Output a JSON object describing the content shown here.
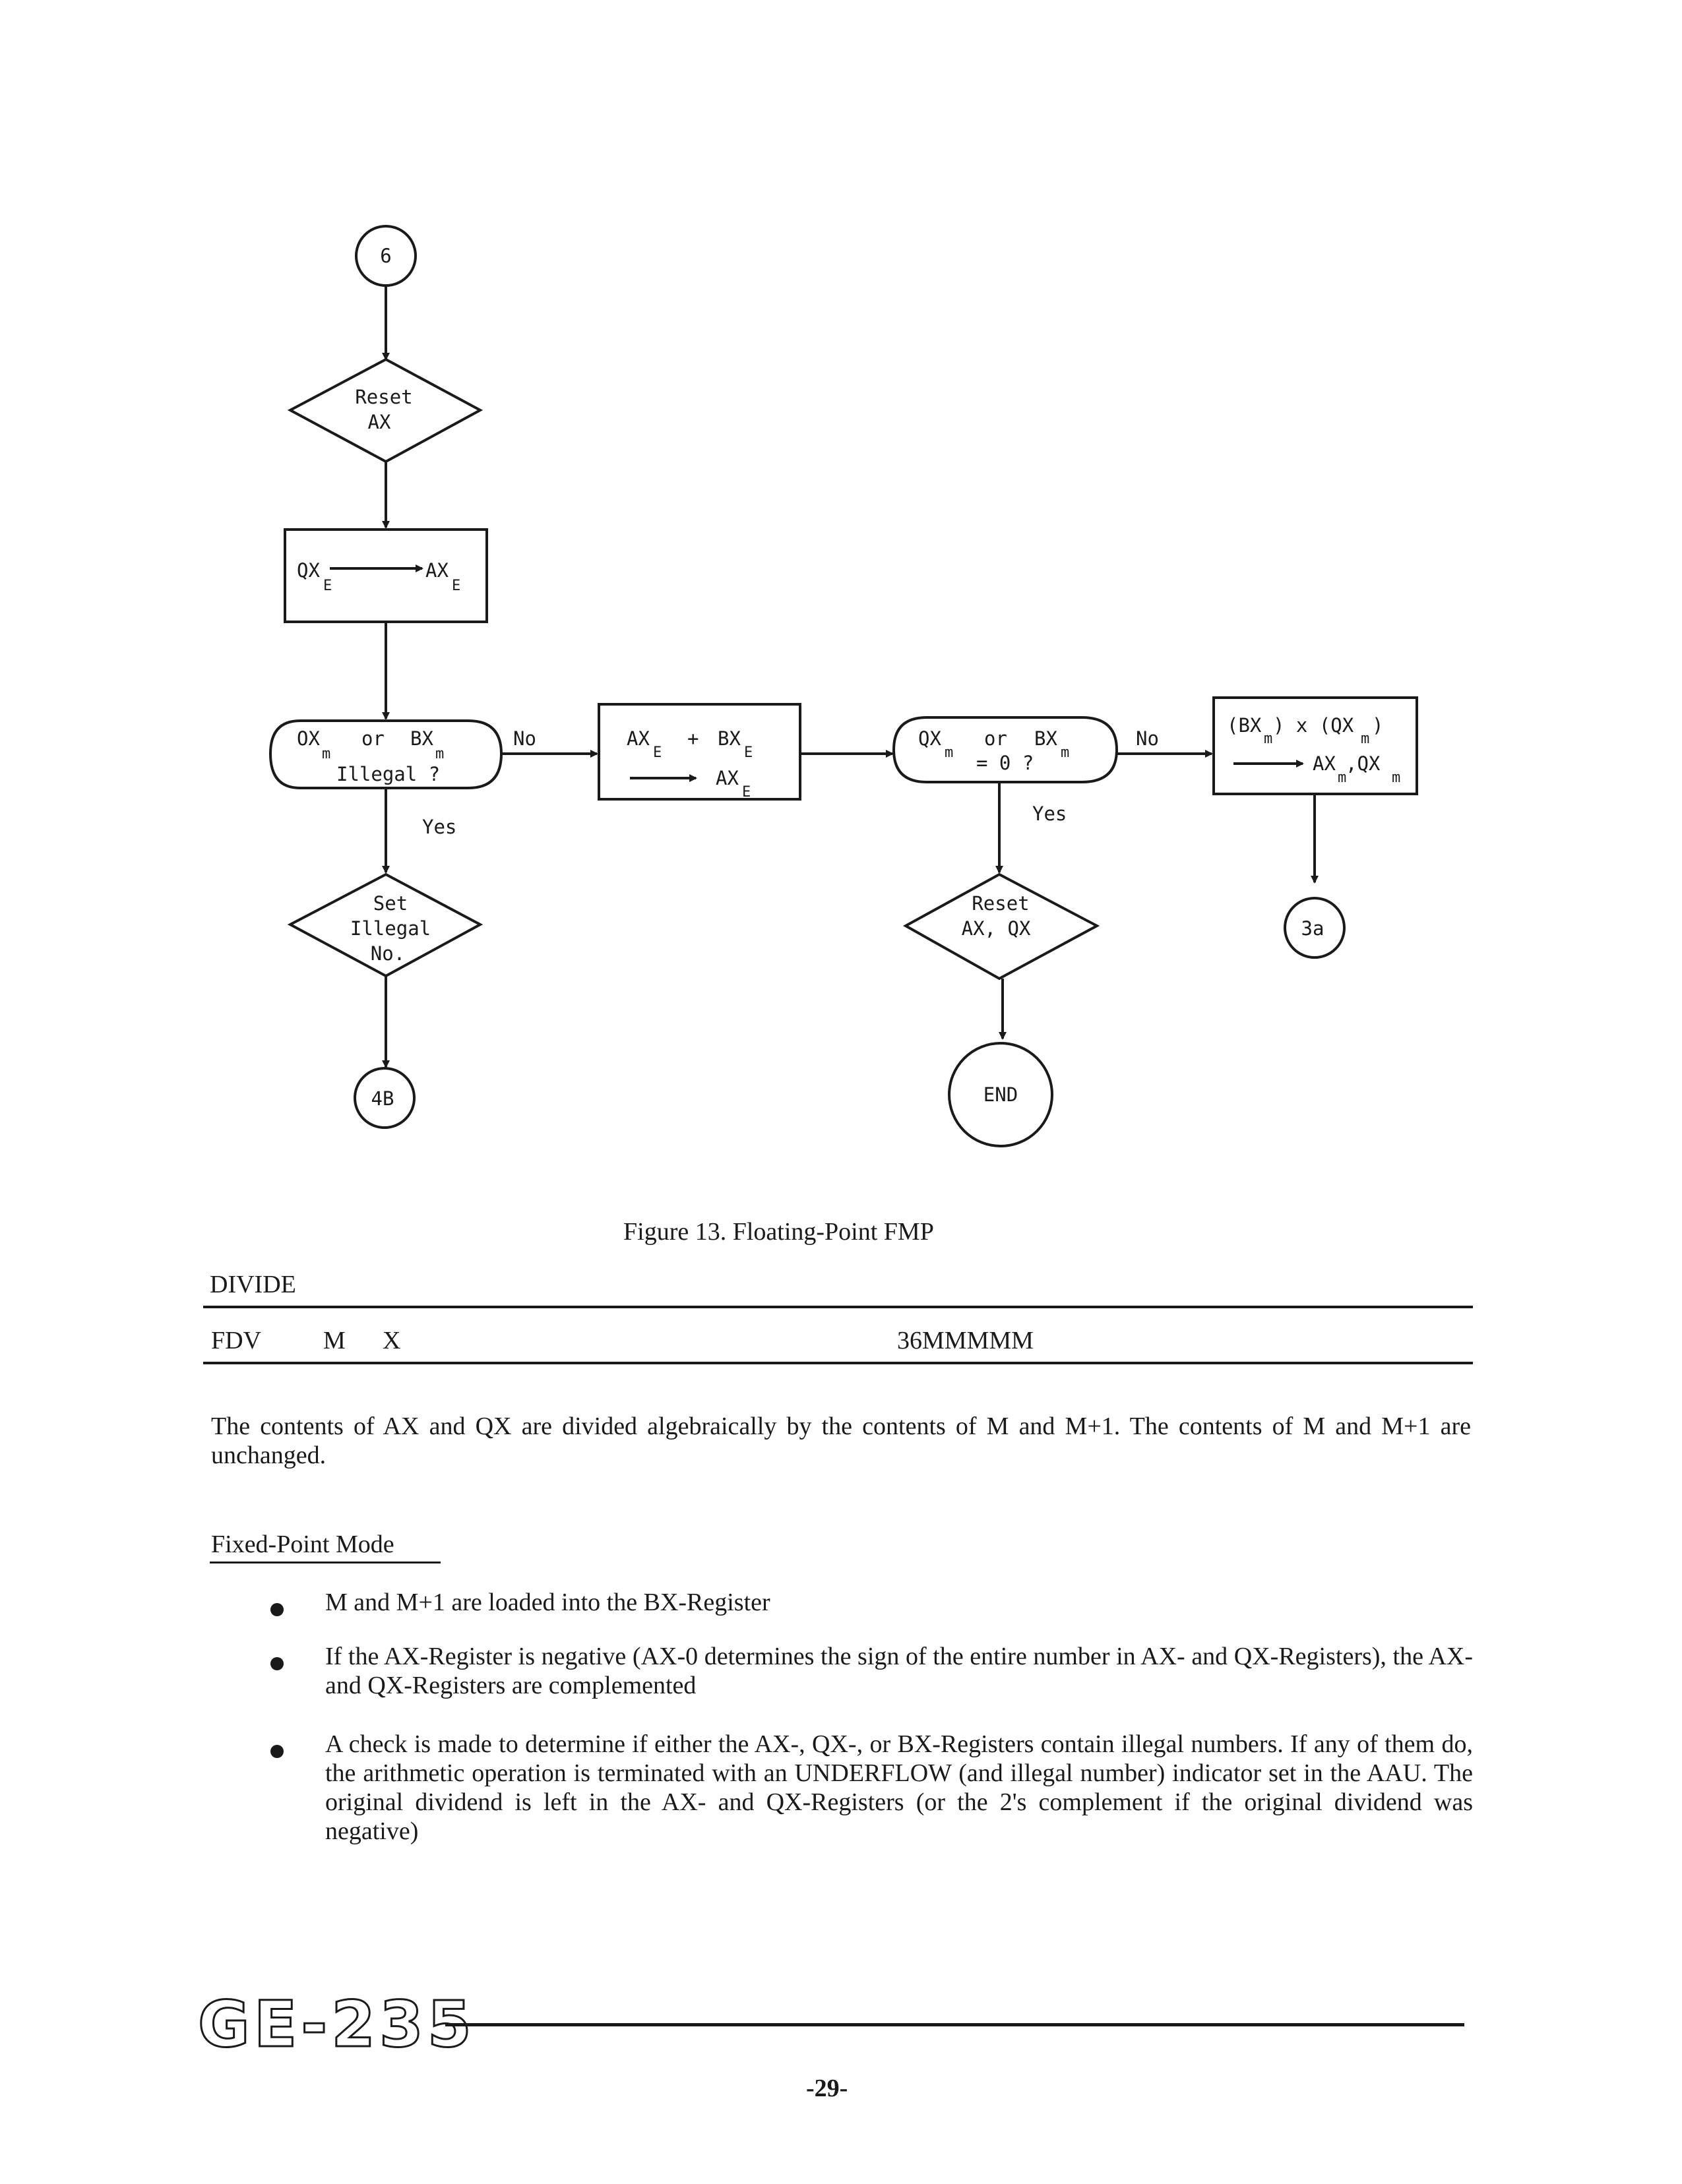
{
  "flowchart": {
    "connector_start": "6",
    "reset_ax": [
      "Reset",
      "AX"
    ],
    "exp_transfer": {
      "from": "QX",
      "to": "AX",
      "sub": "E"
    },
    "illegal_check": {
      "line1_a": "OX",
      "sub_m": "m",
      "or": "or",
      "line1_b": "BX",
      "line2": "Illegal ?"
    },
    "no_label_1": "No",
    "yes_label_1": "Yes",
    "set_illegal": [
      "Set",
      "Illegal",
      "No."
    ],
    "connector_4b": "4B",
    "add_exp": {
      "a": "AX",
      "plus": "+",
      "b": "BX",
      "result": "AX",
      "sub": "E"
    },
    "zero_check": {
      "a": "QX",
      "or": "or",
      "b": "BX",
      "line2": "= 0 ?",
      "sub": "m"
    },
    "no_label_2": "No",
    "yes_label_2": "Yes",
    "reset_ax_qx": [
      "Reset",
      "AX, QX"
    ],
    "end_label": "END",
    "multiply": {
      "line1": "(BX",
      "x": ") x (QX",
      "close": ")",
      "result": "AX",
      "comma": ",QX",
      "sub": "m"
    },
    "connector_3a": "3a"
  },
  "figure_caption": "Figure 13.  Floating-Point FMP",
  "section_title": "DIVIDE",
  "instruction": {
    "mnemonic": "FDV",
    "operand_m": "M",
    "operand_x": "X",
    "code": "36MMMMM"
  },
  "intro_paragraph": "The contents of AX and QX are divided algebraically by the contents of M and M+1.  The contents of M and M+1 are unchanged.",
  "subsection_title": "Fixed-Point Mode",
  "bullets": [
    "M and M+1 are loaded into the BX-Register",
    "If the AX-Register is negative (AX-0 determines the sign of the entire number in AX- and QX-Registers), the AX- and QX-Registers are complemented",
    "A check is made to determine if either the AX-, QX-, or BX-Registers contain illegal numbers.  If any of them do, the arithmetic operation is terminated with an UNDERFLOW (and illegal number) indicator set in the AAU. The original dividend is left in the AX- and QX-Registers (or the 2's complement if the original dividend was negative)"
  ],
  "footer": {
    "logo": "GE-235",
    "page_number": "-29-"
  }
}
